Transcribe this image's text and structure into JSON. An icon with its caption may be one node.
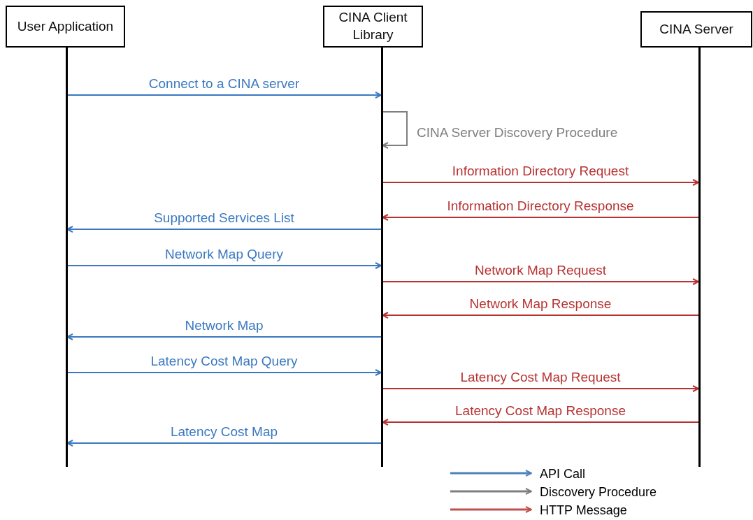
{
  "diagram": {
    "nodes": [
      {
        "text": [
          "User Application"
        ]
      },
      {
        "text": [
          "CINA Client Library"
        ]
      },
      {
        "text": [
          "CINA Server"
        ]
      },
      {
        "text": [],
        "shape": "bar"
      },
      {
        "text": [],
        "shape": "bar"
      },
      {
        "text": [],
        "shape": "bar"
      }
    ],
    "edges": [
      {
        "from": 3,
        "to": 4,
        "arrow": "to",
        "label": "Connect to a CINA server",
        "color": "#3a78c0"
      },
      {
        "from": 4,
        "to": 4,
        "arrow": "to",
        "label": "CINA Server Discovery Procedure",
        "color": "#7f7f7f"
      },
      {
        "from": 4,
        "to": 5,
        "arrow": "to",
        "label": "Information Directory Request",
        "color": "#b83232"
      },
      {
        "from": 5,
        "to": 4,
        "arrow": "to",
        "label": "Information Directory Response",
        "color": "#b83232"
      },
      {
        "from": 4,
        "to": 3,
        "arrow": "to",
        "label": "Supported Services List",
        "color": "#3a78c0"
      },
      {
        "from": 3,
        "to": 4,
        "arrow": "to",
        "label": "Network Map Query",
        "color": "#3a78c0"
      },
      {
        "from": 4,
        "to": 5,
        "arrow": "to",
        "label": "Network Map Request",
        "color": "#b83232"
      },
      {
        "from": 5,
        "to": 4,
        "arrow": "to",
        "label": "Network Map Response",
        "color": "#b83232"
      },
      {
        "from": 4,
        "to": 3,
        "arrow": "to",
        "label": "Network Map",
        "color": "#3a78c0"
      },
      {
        "from": 3,
        "to": 4,
        "arrow": "to",
        "label": "Latency Cost Map Query",
        "color": "#3a78c0"
      },
      {
        "from": 4,
        "to": 5,
        "arrow": "to",
        "label": "Latency Cost Map Request",
        "color": "#b83232"
      },
      {
        "from": 5,
        "to": 4,
        "arrow": "to",
        "label": "Latency Cost Map Response",
        "color": "#b83232"
      },
      {
        "from": 4,
        "to": 3,
        "arrow": "to",
        "label": "Latency Cost Map",
        "color": "#3a78c0"
      }
    ],
    "legend": [
      {
        "text": "API Call"
      },
      {
        "text": "Discovery Procedure"
      },
      {
        "text": "HTTP Message"
      }
    ]
  }
}
